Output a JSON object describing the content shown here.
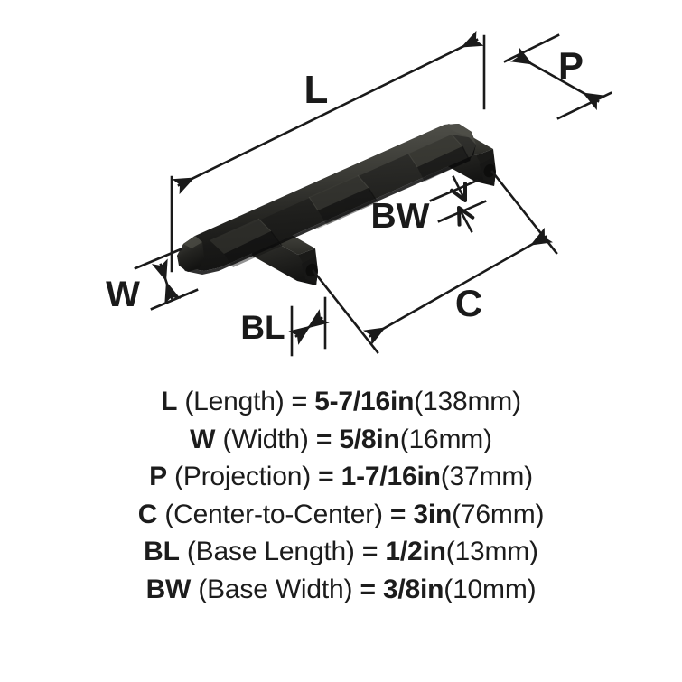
{
  "diagram": {
    "title": "Cabinet pull dimension diagram",
    "product": "black faceted bar cabinet pull",
    "colors": {
      "background": "#ffffff",
      "line": "#1a1a1a",
      "text": "#1c1c1c",
      "handle_dark": "#1c1c1c",
      "handle_mid": "#2e2e2c",
      "handle_light": "#4a4a46",
      "handle_highlight": "#65655e"
    },
    "labels": {
      "L": "L",
      "W": "W",
      "P": "P",
      "C": "C",
      "BL": "BL",
      "BW": "BW"
    }
  },
  "specs": [
    {
      "code": "L",
      "name": "(Length)",
      "eq": "=",
      "value": "5-7/16in",
      "metric": "(138mm)"
    },
    {
      "code": "W",
      "name": "(Width)",
      "eq": "=",
      "value": "5/8in",
      "metric": "(16mm)"
    },
    {
      "code": "P",
      "name": "(Projection)",
      "eq": "=",
      "value": "1-7/16in",
      "metric": "(37mm)"
    },
    {
      "code": "C",
      "name": "(Center-to-Center)",
      "eq": "=",
      "value": "3in",
      "metric": "(76mm)"
    },
    {
      "code": "BL",
      "name": "(Base Length)",
      "eq": "=",
      "value": "1/2in",
      "metric": "(13mm)"
    },
    {
      "code": "BW",
      "name": "(Base Width)",
      "eq": "=",
      "value": "3/8in",
      "metric": "(10mm)"
    }
  ]
}
